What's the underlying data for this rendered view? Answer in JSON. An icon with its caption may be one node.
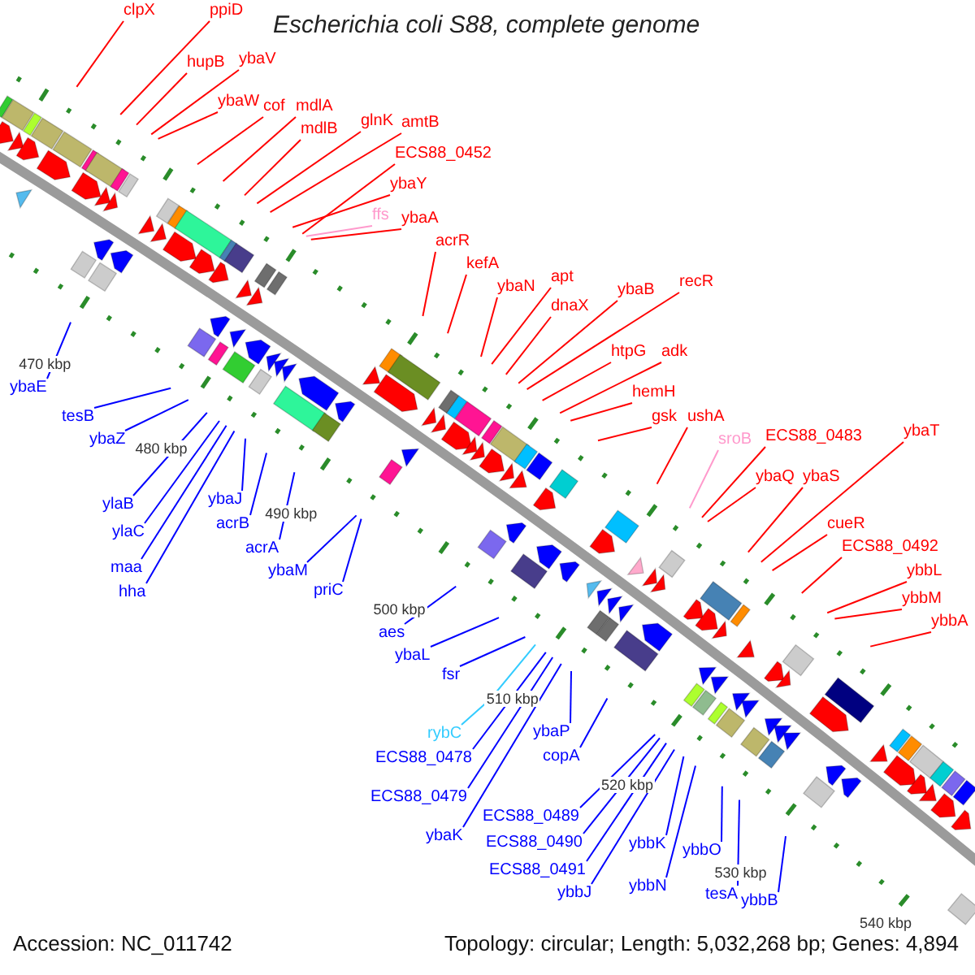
{
  "diagram": {
    "title": "Escherichia coli S88, complete genome",
    "nodes": [
      {
        "text": [
          "clpX"
        ]
      },
      {
        "text": [
          "ppiD"
        ]
      },
      {
        "text": [
          "hupB"
        ]
      },
      {
        "text": [
          "ybaV"
        ]
      },
      {
        "text": [
          "ybaW"
        ]
      },
      {
        "text": [
          "cof"
        ]
      },
      {
        "text": [
          "mdlA"
        ]
      },
      {
        "text": [
          "mdlB"
        ]
      },
      {
        "text": [
          "glnK"
        ]
      },
      {
        "text": [
          "amtB"
        ]
      },
      {
        "text": [
          "ECS88_0452"
        ]
      },
      {
        "text": [
          "ybaY"
        ]
      },
      {
        "text": [
          "ffs"
        ]
      },
      {
        "text": [
          "ybaA"
        ]
      },
      {
        "text": [
          "acrR"
        ]
      },
      {
        "text": [
          "kefA"
        ]
      },
      {
        "text": [
          "ybaN"
        ]
      },
      {
        "text": [
          "apt"
        ]
      },
      {
        "text": [
          "dnaX"
        ]
      },
      {
        "text": [
          "ybaB"
        ]
      },
      {
        "text": [
          "recR"
        ]
      },
      {
        "text": [
          "htpG"
        ]
      },
      {
        "text": [
          "adk"
        ]
      },
      {
        "text": [
          "hemH"
        ]
      },
      {
        "text": [
          "gsk"
        ]
      },
      {
        "text": [
          "ushA"
        ]
      },
      {
        "text": [
          "sroB"
        ]
      },
      {
        "text": [
          "ECS88_0483"
        ]
      },
      {
        "text": [
          "ybaQ"
        ]
      },
      {
        "text": [
          "ybaS"
        ]
      },
      {
        "text": [
          "ybaT"
        ]
      },
      {
        "text": [
          "cueR"
        ]
      },
      {
        "text": [
          "ECS88_0492"
        ]
      },
      {
        "text": [
          "ybbL"
        ]
      },
      {
        "text": [
          "ybbM"
        ]
      },
      {
        "text": [
          "ybbA"
        ]
      },
      {
        "text": [
          "ybaE"
        ]
      },
      {
        "text": [
          "tesB"
        ]
      },
      {
        "text": [
          "ybaZ"
        ]
      },
      {
        "text": [
          "ylaB"
        ]
      },
      {
        "text": [
          "ylaC"
        ]
      },
      {
        "text": [
          "maa"
        ]
      },
      {
        "text": [
          "hha"
        ]
      },
      {
        "text": [
          "ybaJ"
        ]
      },
      {
        "text": [
          "acrB"
        ]
      },
      {
        "text": [
          "acrA"
        ]
      },
      {
        "text": [
          "ybaM"
        ]
      },
      {
        "text": [
          "priC"
        ]
      },
      {
        "text": [
          "aes"
        ]
      },
      {
        "text": [
          "ybaL"
        ]
      },
      {
        "text": [
          "fsr"
        ]
      },
      {
        "text": [
          "rybC"
        ]
      },
      {
        "text": [
          "ECS88_0478"
        ]
      },
      {
        "text": [
          "ECS88_0479"
        ]
      },
      {
        "text": [
          "ybaK"
        ]
      },
      {
        "text": [
          "ybaP"
        ]
      },
      {
        "text": [
          "copA"
        ]
      },
      {
        "text": [
          "ECS88_0489"
        ]
      },
      {
        "text": [
          "ECS88_0490"
        ]
      },
      {
        "text": [
          "ECS88_0491"
        ]
      },
      {
        "text": [
          "ybbJ"
        ]
      },
      {
        "text": [
          "ybbK"
        ]
      },
      {
        "text": [
          "ybbN"
        ]
      },
      {
        "text": [
          "ybbO"
        ]
      },
      {
        "text": [
          "tesA"
        ]
      },
      {
        "text": [
          "ybbB"
        ]
      }
    ],
    "edges": [
      {
        "from": 0,
        "to": null,
        "arrow": "none"
      },
      {
        "from": 1,
        "to": null,
        "arrow": "none"
      },
      {
        "from": 2,
        "to": null,
        "arrow": "none"
      },
      {
        "from": 3,
        "to": null,
        "arrow": "none"
      },
      {
        "from": 4,
        "to": null,
        "arrow": "none"
      },
      {
        "from": 5,
        "to": null,
        "arrow": "none"
      },
      {
        "from": 6,
        "to": null,
        "arrow": "none"
      },
      {
        "from": 7,
        "to": null,
        "arrow": "none"
      },
      {
        "from": 8,
        "to": null,
        "arrow": "none"
      },
      {
        "from": 9,
        "to": null,
        "arrow": "none"
      },
      {
        "from": 10,
        "to": null,
        "arrow": "none"
      },
      {
        "from": 11,
        "to": null,
        "arrow": "none"
      },
      {
        "from": 12,
        "to": null,
        "arrow": "none",
        "color": "#ff99cc"
      },
      {
        "from": 13,
        "to": null,
        "arrow": "none"
      },
      {
        "from": 14,
        "to": null,
        "arrow": "none"
      },
      {
        "from": 15,
        "to": null,
        "arrow": "none"
      },
      {
        "from": 16,
        "to": null,
        "arrow": "none"
      },
      {
        "from": 17,
        "to": null,
        "arrow": "none"
      },
      {
        "from": 18,
        "to": null,
        "arrow": "none"
      },
      {
        "from": 19,
        "to": null,
        "arrow": "none"
      },
      {
        "from": 20,
        "to": null,
        "arrow": "none"
      },
      {
        "from": 21,
        "to": null,
        "arrow": "none"
      },
      {
        "from": 22,
        "to": null,
        "arrow": "none"
      },
      {
        "from": 23,
        "to": null,
        "arrow": "none"
      },
      {
        "from": 24,
        "to": null,
        "arrow": "none"
      },
      {
        "from": 25,
        "to": null,
        "arrow": "none"
      },
      {
        "from": 26,
        "to": null,
        "arrow": "none",
        "color": "#ff99cc"
      },
      {
        "from": 27,
        "to": null,
        "arrow": "none"
      },
      {
        "from": 28,
        "to": null,
        "arrow": "none"
      },
      {
        "from": 29,
        "to": null,
        "arrow": "none"
      },
      {
        "from": 30,
        "to": null,
        "arrow": "none"
      },
      {
        "from": 31,
        "to": null,
        "arrow": "none"
      },
      {
        "from": 32,
        "to": null,
        "arrow": "none"
      },
      {
        "from": 33,
        "to": null,
        "arrow": "none"
      },
      {
        "from": 34,
        "to": null,
        "arrow": "none"
      },
      {
        "from": 35,
        "to": null,
        "arrow": "none"
      },
      {
        "from": 36,
        "to": null,
        "arrow": "none",
        "color": "#0000ff"
      },
      {
        "from": 37,
        "to": null,
        "arrow": "none",
        "color": "#0000ff"
      },
      {
        "from": 38,
        "to": null,
        "arrow": "none",
        "color": "#0000ff"
      },
      {
        "from": 39,
        "to": null,
        "arrow": "none",
        "color": "#0000ff"
      },
      {
        "from": 40,
        "to": null,
        "arrow": "none",
        "color": "#0000ff"
      },
      {
        "from": 41,
        "to": null,
        "arrow": "none",
        "color": "#0000ff"
      },
      {
        "from": 42,
        "to": null,
        "arrow": "none",
        "color": "#0000ff"
      },
      {
        "from": 43,
        "to": null,
        "arrow": "none",
        "color": "#0000ff"
      },
      {
        "from": 44,
        "to": null,
        "arrow": "none",
        "color": "#0000ff"
      },
      {
        "from": 45,
        "to": null,
        "arrow": "none",
        "color": "#0000ff"
      },
      {
        "from": 46,
        "to": null,
        "arrow": "none",
        "color": "#0000ff"
      },
      {
        "from": 47,
        "to": null,
        "arrow": "none",
        "color": "#0000ff"
      },
      {
        "from": 48,
        "to": null,
        "arrow": "none",
        "color": "#0000ff"
      },
      {
        "from": 49,
        "to": null,
        "arrow": "none",
        "color": "#0000ff"
      },
      {
        "from": 50,
        "to": null,
        "arrow": "none",
        "color": "#0000ff"
      },
      {
        "from": 51,
        "to": null,
        "arrow": "none",
        "color": "#33ccff"
      },
      {
        "from": 52,
        "to": null,
        "arrow": "none",
        "color": "#0000ff"
      },
      {
        "from": 53,
        "to": null,
        "arrow": "none",
        "color": "#0000ff"
      },
      {
        "from": 54,
        "to": null,
        "arrow": "none",
        "color": "#0000ff"
      },
      {
        "from": 55,
        "to": null,
        "arrow": "none",
        "color": "#0000ff"
      },
      {
        "from": 56,
        "to": null,
        "arrow": "none",
        "color": "#0000ff"
      },
      {
        "from": 57,
        "to": null,
        "arrow": "none",
        "color": "#0000ff"
      },
      {
        "from": 58,
        "to": null,
        "arrow": "none",
        "color": "#0000ff"
      },
      {
        "from": 59,
        "to": null,
        "arrow": "none",
        "color": "#0000ff"
      },
      {
        "from": 60,
        "to": null,
        "arrow": "none",
        "color": "#0000ff"
      },
      {
        "from": 61,
        "to": null,
        "arrow": "none",
        "color": "#0000ff"
      },
      {
        "from": 62,
        "to": null,
        "arrow": "none",
        "color": "#0000ff"
      },
      {
        "from": 63,
        "to": null,
        "arrow": "none",
        "color": "#0000ff"
      },
      {
        "from": 64,
        "to": null,
        "arrow": "none",
        "color": "#0000ff"
      },
      {
        "from": 65,
        "to": null,
        "arrow": "none",
        "color": "#0000ff"
      }
    ],
    "labels": [
      "470 kbp",
      "480 kbp",
      "490 kbp",
      "500 kbp",
      "510 kbp",
      "520 kbp",
      "530 kbp",
      "540 kbp",
      "Accession: NC_011742",
      "Topology: circular; Length: 5,032,268 bp; Genes: 4,894"
    ]
  }
}
